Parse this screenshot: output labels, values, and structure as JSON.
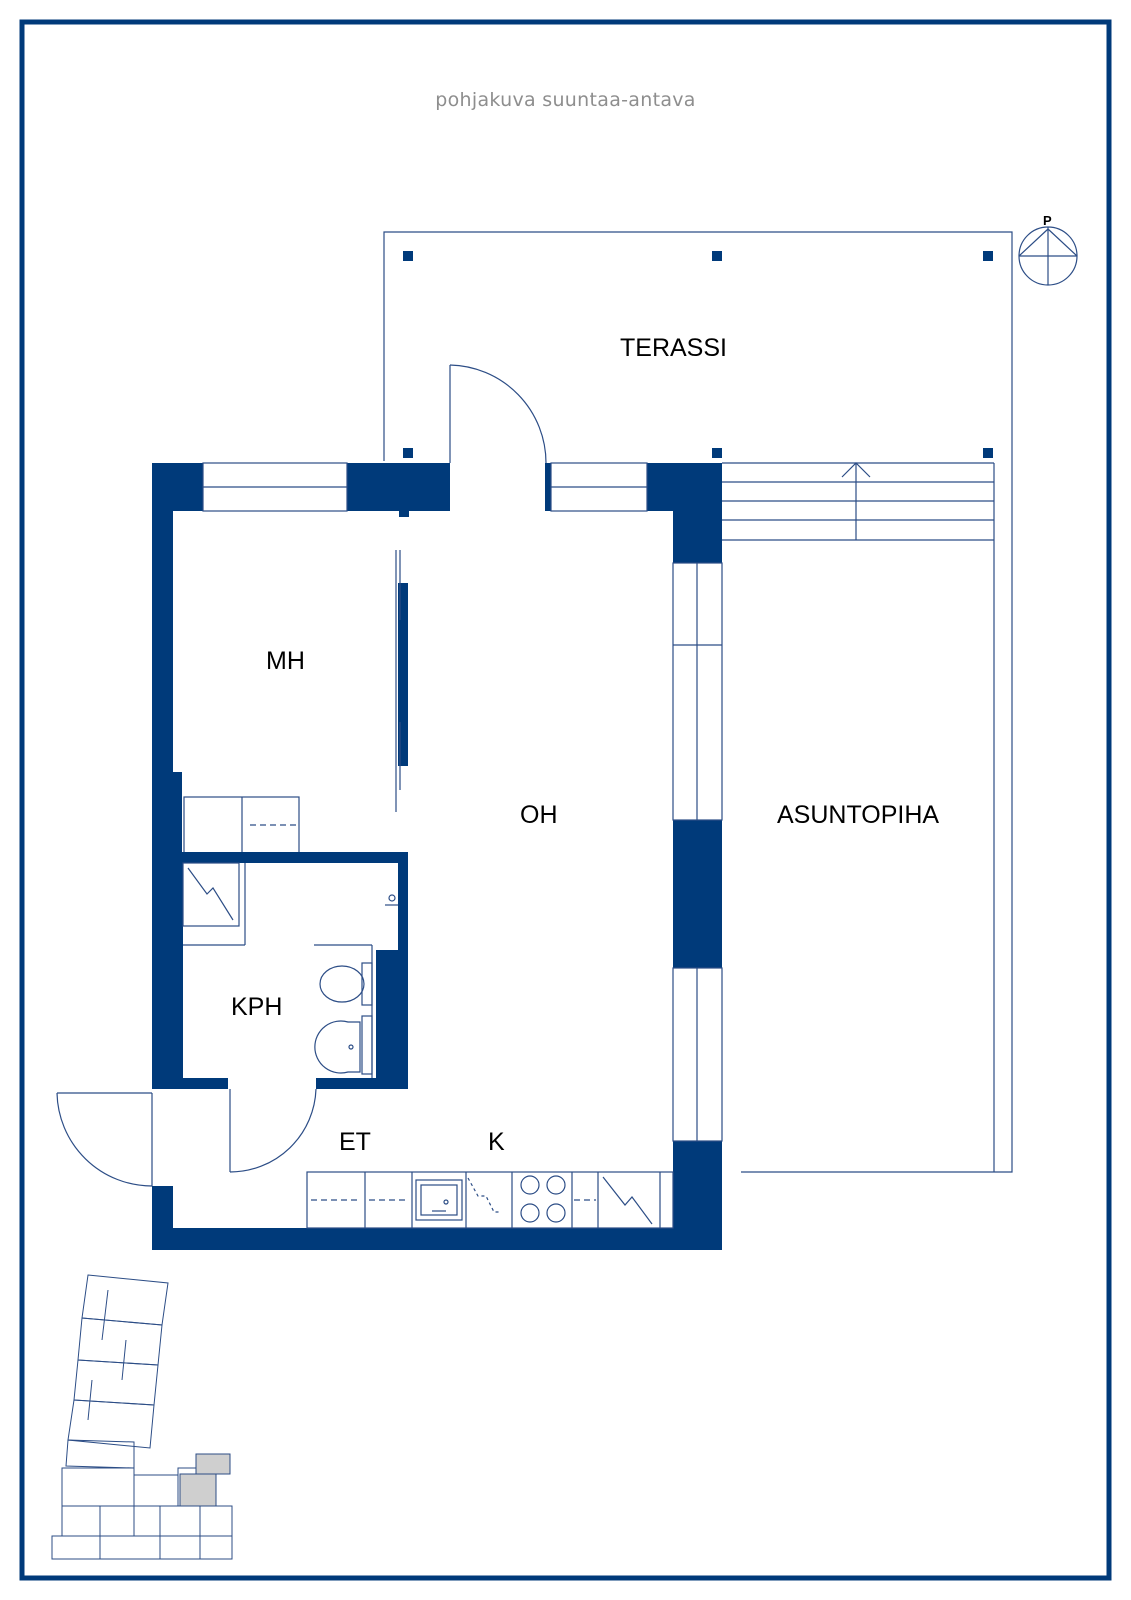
{
  "note": "pohjakuva suuntaa-antava",
  "rooms": {
    "terassi": "TERASSI",
    "mh": "MH",
    "oh": "OH",
    "asuntopiha": "ASUNTOPIHA",
    "kph": "KPH",
    "et": "ET",
    "k": "K"
  },
  "compass": {
    "north_label": "P"
  },
  "colors": {
    "wall": "#003a7a",
    "line": "#2c4d86",
    "frame": "#003a7a",
    "highlight": "#cfcfcf"
  }
}
